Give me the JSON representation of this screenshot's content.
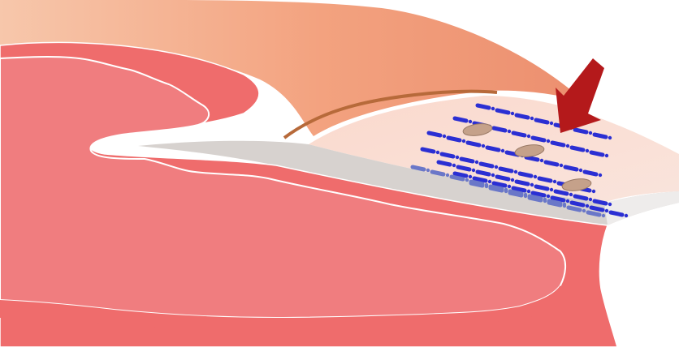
{
  "diagram": {
    "colors": {
      "background": "#ffffff",
      "skin_light": "#f7c7ab",
      "skin_mid": "#f3a27f",
      "skin_dark": "#ec8f6f",
      "dermis": "#ef6c6c",
      "dermis_inner": "#f07d7f",
      "nail_bed": "#fbd9cd",
      "nail_plate_edge": "#d7d2cf",
      "nail_plate_edge_light": "#eeeceb",
      "cuticle_line": "#b76a3a",
      "fibers": "#2b2fd3",
      "fibers_faded": "#6a77c8",
      "cells": "#c5a18a",
      "arrow": "#b4191b",
      "outline": "#ffffff"
    },
    "elements": {
      "arrow": "red-arrow-pointing-down-left",
      "fibers": "blue-dashed-fiber-strands",
      "cells": "oval-cells"
    }
  }
}
